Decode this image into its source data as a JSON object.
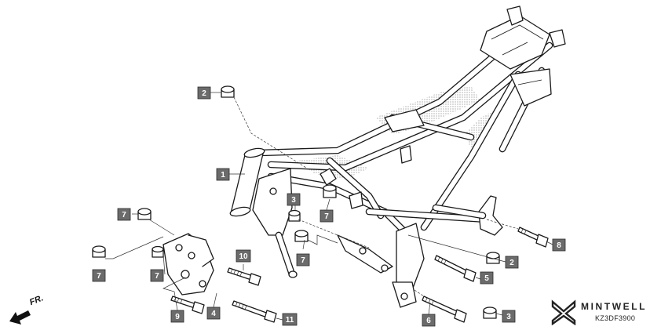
{
  "diagram": {
    "orientation_label": "FR.",
    "callouts": [
      {
        "id": "c2-top",
        "label": "2"
      },
      {
        "id": "c1",
        "label": "1"
      },
      {
        "id": "c3-mid",
        "label": "3"
      },
      {
        "id": "c7-mid",
        "label": "7"
      },
      {
        "id": "c7-left-top",
        "label": "7"
      },
      {
        "id": "c7-left-bot",
        "label": "7"
      },
      {
        "id": "c7-mid-low",
        "label": "7"
      },
      {
        "id": "c7-bracket",
        "label": "7"
      },
      {
        "id": "c10",
        "label": "10"
      },
      {
        "id": "c9",
        "label": "9"
      },
      {
        "id": "c4",
        "label": "4"
      },
      {
        "id": "c11",
        "label": "11"
      },
      {
        "id": "c6",
        "label": "6"
      },
      {
        "id": "c3-bot",
        "label": "3"
      },
      {
        "id": "c5",
        "label": "5"
      },
      {
        "id": "c2-right",
        "label": "2"
      },
      {
        "id": "c8",
        "label": "8"
      }
    ]
  },
  "brand": {
    "name": "MINTWELL",
    "code": "KZ3DF3900",
    "accent_color": "#6b6b6b"
  }
}
